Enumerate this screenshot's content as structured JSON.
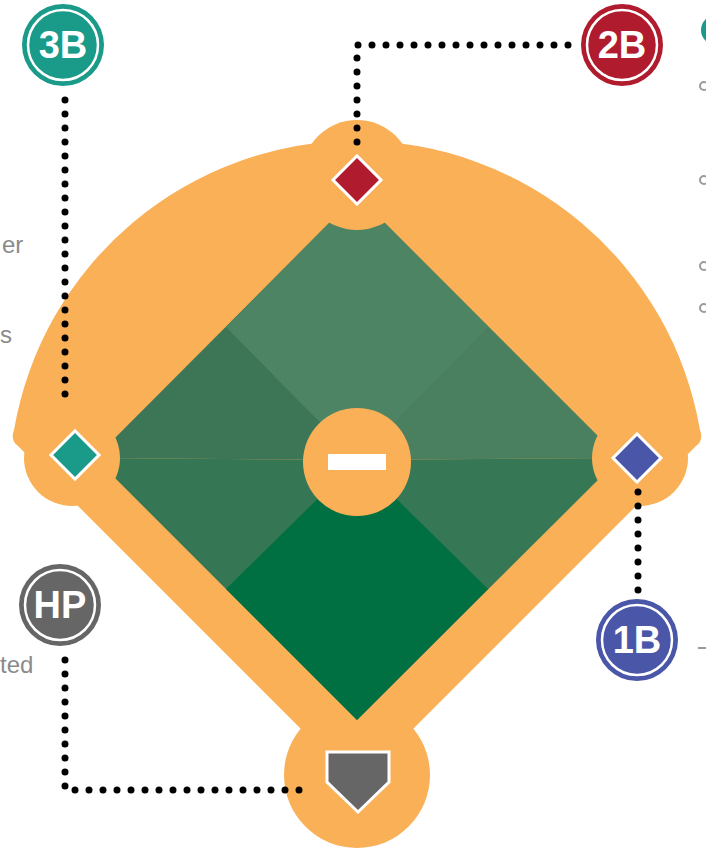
{
  "diagram": {
    "nodes": [
      {
        "text": [
          "3B"
        ]
      },
      {
        "text": [
          "2B"
        ]
      },
      {
        "text": [
          "HP"
        ]
      },
      {
        "text": [
          "1B"
        ]
      }
    ],
    "labels": [
      "er",
      "s",
      "ted"
    ]
  }
}
